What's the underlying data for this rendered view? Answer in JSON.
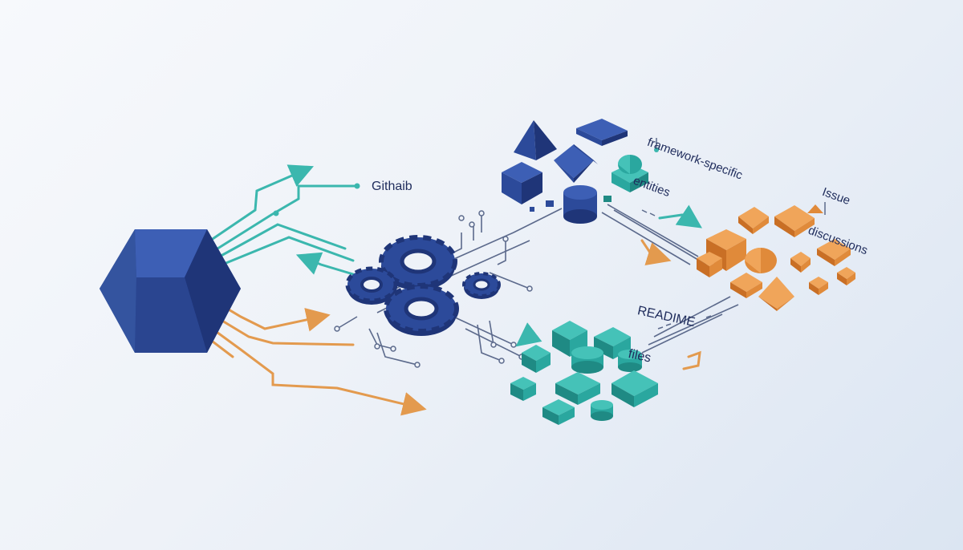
{
  "labels": {
    "github": "Githaib",
    "framework_line1": "framework-specific",
    "framework_line2": "entities",
    "issue_line1": "Issue",
    "issue_line2": "discussions",
    "readme_line1": "READIME",
    "readme_line2": "files"
  },
  "colors": {
    "navy": "#2c4a9a",
    "navy_dark": "#1f3578",
    "navy_light": "#3d5fb5",
    "teal": "#2aa79f",
    "teal_dark": "#1f8a84",
    "teal_light": "#45c2b8",
    "orange": "#e08a3a",
    "orange_dark": "#c96f25",
    "orange_light": "#f0a55a",
    "line_teal": "#3bb7ae",
    "line_orange": "#e39a4e",
    "circuit": "#5c6a8c"
  }
}
